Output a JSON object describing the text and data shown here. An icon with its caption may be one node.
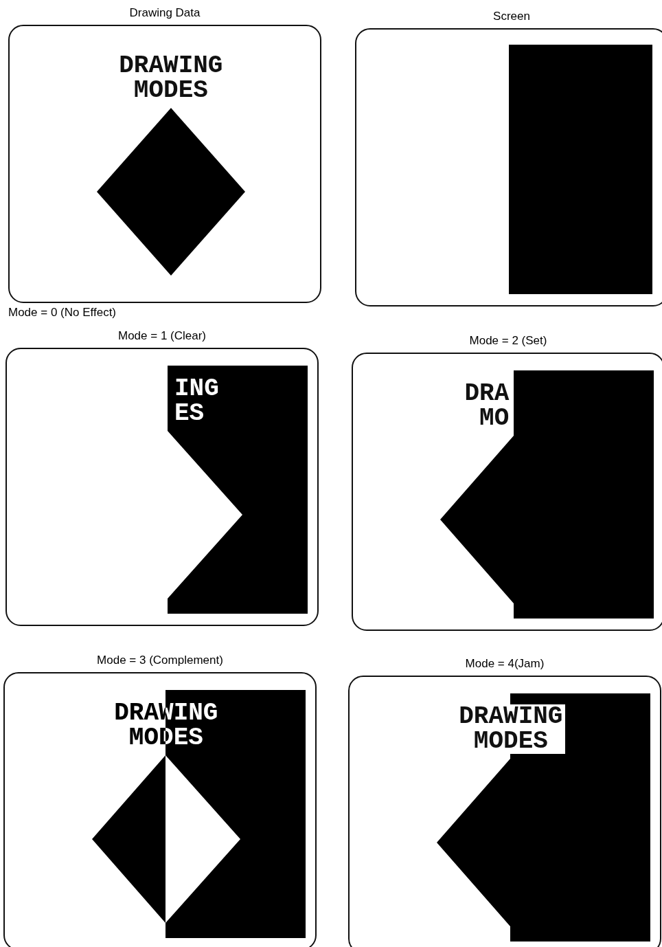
{
  "diagram": {
    "nodes": [
      {
        "text": [
          "Drawing Data",
          "DRAWING MODES"
        ]
      },
      {
        "text": [
          "Screen"
        ]
      },
      {
        "text": [
          "Mode = 1 (Clear)",
          "ING ES"
        ]
      },
      {
        "text": [
          "Mode = 2 (Set)",
          "DRA MO"
        ]
      },
      {
        "text": [
          "Mode = 3 (Complement)",
          "DRAWING MODES"
        ]
      },
      {
        "text": [
          "Mode = 4(Jam)",
          "DRAWING MODES"
        ]
      }
    ],
    "labels": [
      "Mode = 0 (No Effect)"
    ]
  }
}
